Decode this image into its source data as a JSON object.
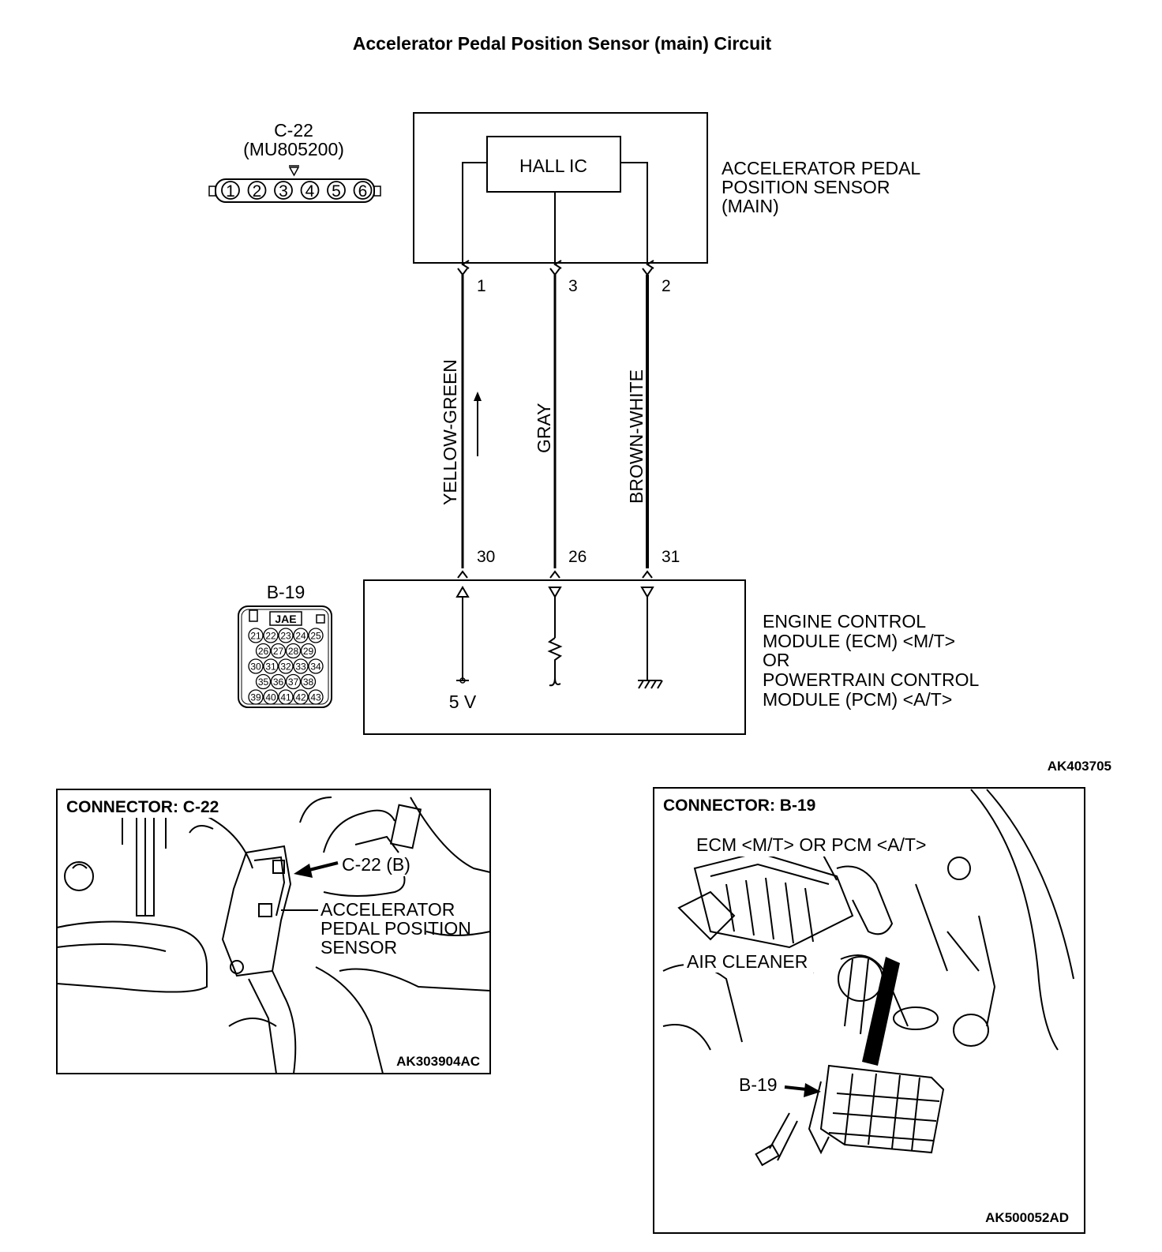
{
  "title": "Accelerator Pedal Position Sensor (main) Circuit",
  "figure_code": "AK403705",
  "sensor": {
    "connector_id": "C-22",
    "part_no": "(MU805200)",
    "connector_pins": [
      "1",
      "2",
      "3",
      "4",
      "5",
      "6"
    ],
    "ic_label": "HALL IC",
    "name_lines": [
      "ACCELERATOR PEDAL",
      "POSITION SENSOR",
      "(MAIN)"
    ]
  },
  "wires": [
    {
      "sensor_pin": "1",
      "ecm_pin": "30",
      "color": "YELLOW-GREEN"
    },
    {
      "sensor_pin": "3",
      "ecm_pin": "26",
      "color": "GRAY"
    },
    {
      "sensor_pin": "2",
      "ecm_pin": "31",
      "color": "BROWN-WHITE"
    }
  ],
  "ecm": {
    "connector_id": "B-19",
    "connector_tag": "JAE",
    "pin_rows": [
      [
        "21",
        "22",
        "23",
        "24",
        "25"
      ],
      [
        "26",
        "27",
        "28",
        "29"
      ],
      [
        "30",
        "31",
        "32",
        "33",
        "34"
      ],
      [
        "35",
        "36",
        "37",
        "38"
      ],
      [
        "39",
        "40",
        "41",
        "42",
        "43"
      ]
    ],
    "supply_label": "5 V",
    "name_lines": [
      "ENGINE CONTROL",
      "MODULE (ECM) <M/T>",
      "OR",
      "POWERTRAIN CONTROL",
      "MODULE (PCM) <A/T>"
    ]
  },
  "panel_c22": {
    "heading": "CONNECTOR: C-22",
    "callout_connector": "C-22 (B)",
    "callout_sensor_lines": [
      "ACCELERATOR",
      "PEDAL POSITION",
      "SENSOR"
    ],
    "code": "AK303904AC"
  },
  "panel_b19": {
    "heading": "CONNECTOR: B-19",
    "callout_ecm": "ECM <M/T> OR PCM <A/T>",
    "callout_air": "AIR CLEANER",
    "callout_conn": "B-19",
    "code": "AK500052AD"
  }
}
